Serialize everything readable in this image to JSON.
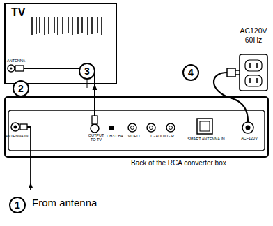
{
  "diagram": {
    "nodes": [
      {
        "text": [
          "TV",
          "ANTENNA"
        ]
      },
      {
        "text": [
          "ANTENNA IN",
          "OUTPUT TO TV",
          "CH3 CH4",
          "VIDEO",
          "L - AUDIO - R",
          "SMART ANTENNA IN",
          "AC~120V"
        ]
      }
    ],
    "edges": [
      {
        "from": 1,
        "to": 0,
        "arrow": "to"
      }
    ],
    "labels": [
      "1",
      "2",
      "3",
      "4",
      "AC120V 60Hz",
      "From antenna",
      "Back of the RCA converter box"
    ]
  }
}
